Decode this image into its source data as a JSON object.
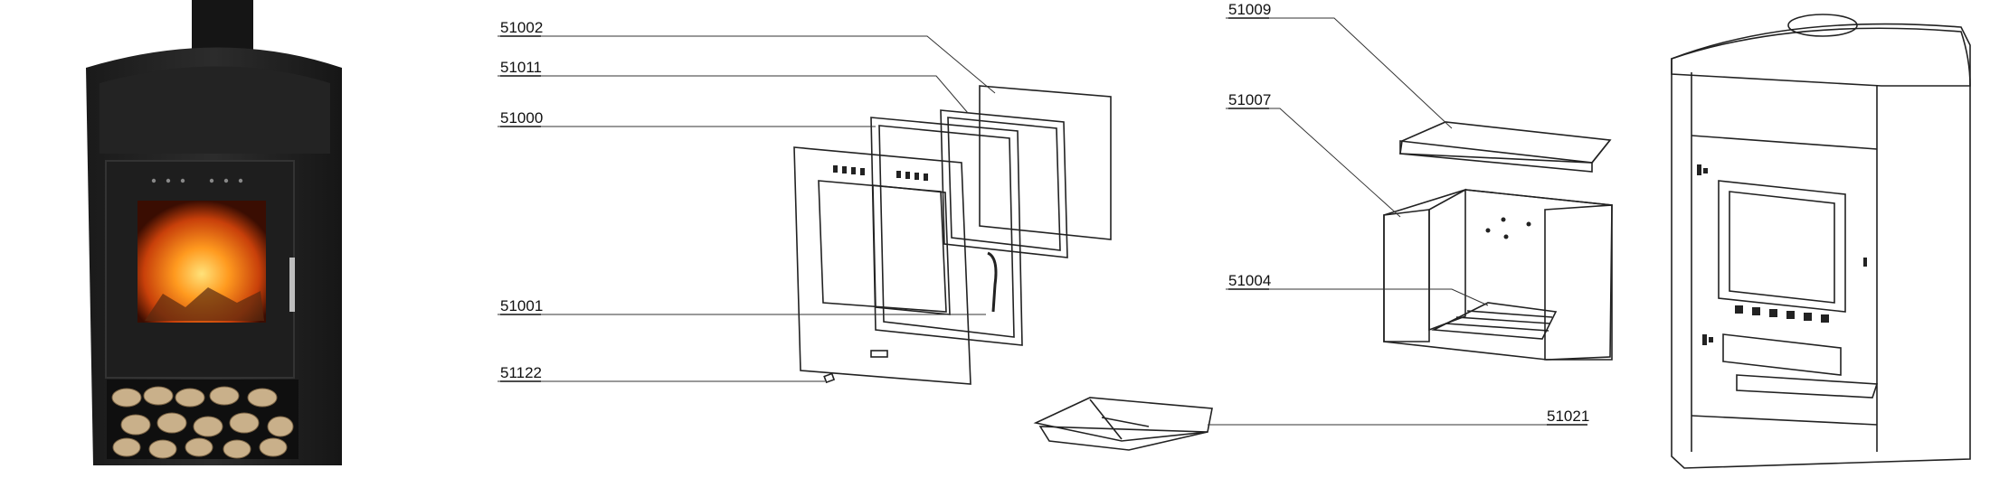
{
  "part_labels": {
    "p51002": "51002",
    "p51011": "51011",
    "p51000": "51000",
    "p51001": "51001",
    "p51122": "51122",
    "p51009": "51009",
    "p51007": "51007",
    "p51004": "51004",
    "p51021": "51021"
  }
}
